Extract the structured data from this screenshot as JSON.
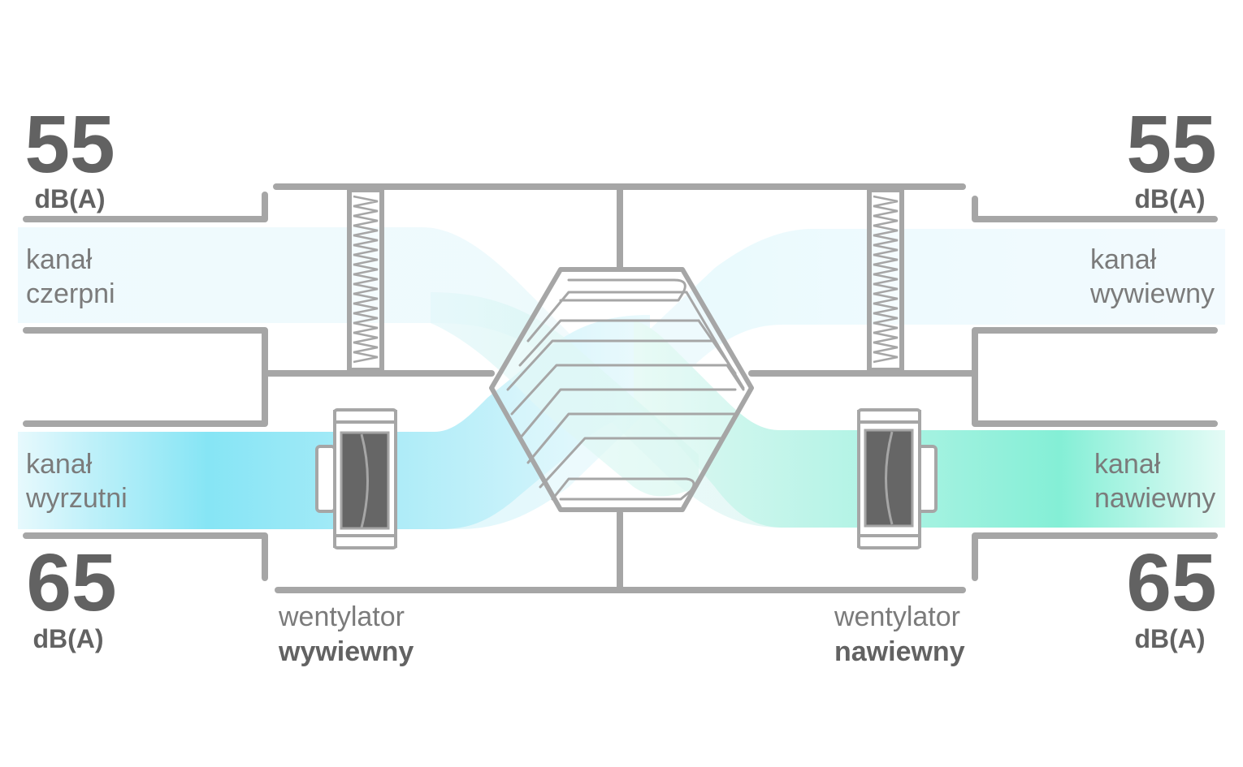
{
  "colors": {
    "outline": "#a6a6a6",
    "dark_text": "#626262",
    "label_text": "#7b7b7b",
    "fan_body": "#666666",
    "cool_flow": "#7fe4f4",
    "warm_flow": "#84efd4",
    "pale_flow": "#e6f9fc"
  },
  "noise": {
    "top_left": {
      "value": "55",
      "unit": "dB(A)"
    },
    "top_right": {
      "value": "55",
      "unit": "dB(A)"
    },
    "bottom_left": {
      "value": "65",
      "unit": "dB(A)"
    },
    "bottom_right": {
      "value": "65",
      "unit": "dB(A)"
    }
  },
  "ducts": {
    "intake": {
      "line1": "kanał",
      "line2": "czerpni"
    },
    "extract": {
      "line1": "kanał",
      "line2": "wywiewny"
    },
    "exhaust": {
      "line1": "kanał",
      "line2": "wyrzutni"
    },
    "supply": {
      "line1": "kanał",
      "line2": "nawiewny"
    }
  },
  "fans": {
    "exhaust_fan": {
      "line1": "wentylator",
      "line2": "wywiewny"
    },
    "supply_fan": {
      "line1": "wentylator",
      "line2": "nawiewny"
    }
  },
  "icons": [
    "filter-icon",
    "fan-icon",
    "heat-exchanger-icon"
  ]
}
